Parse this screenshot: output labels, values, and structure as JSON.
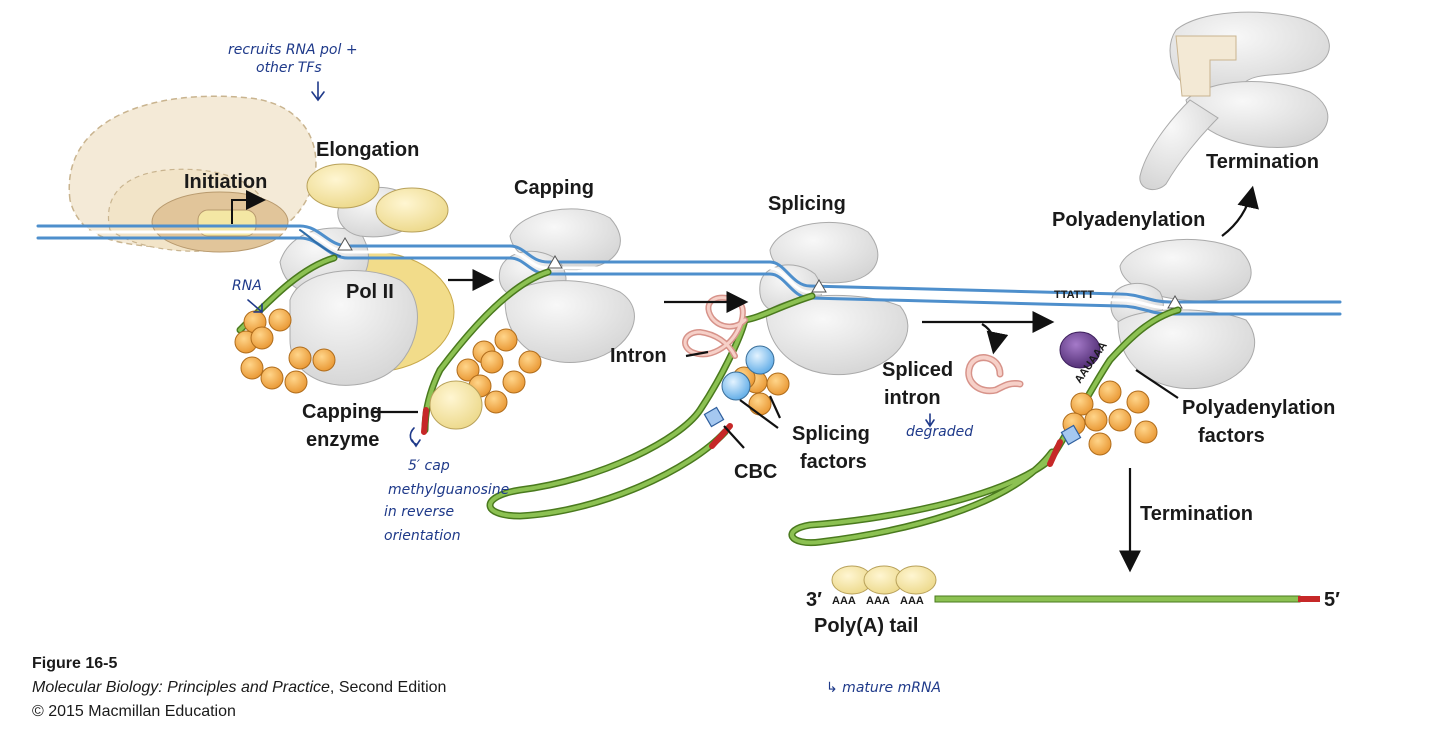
{
  "labels": {
    "elongation": "Elongation",
    "initiation": "Initiation",
    "capping": "Capping",
    "splicing": "Splicing",
    "polyadenylation": "Polyadenylation",
    "termination_top": "Termination",
    "termination_mid": "Termination",
    "pol2": "Pol II",
    "capping_enzyme_1": "Capping",
    "capping_enzyme_2": "enzyme",
    "intron": "Intron",
    "splicing_factors_1": "Splicing",
    "splicing_factors_2": "factors",
    "cbc": "CBC",
    "spliced_intron_1": "Spliced",
    "spliced_intron_2": "intron",
    "polya_factors_1": "Polyadenylation",
    "polya_factors_2": "factors",
    "ttattt": "TTATTT",
    "aauaaa": "AAUAAA",
    "three_prime": "3′",
    "five_prime": "5′",
    "aaa_1": "AAA",
    "aaa_2": "AAA",
    "aaa_3": "AAA",
    "polya_tail": "Poly(A) tail"
  },
  "handwritten": {
    "recruits_1": "recruits RNA pol +",
    "recruits_2": "other TFs",
    "rna": "RNA",
    "cap_1": "5′ cap",
    "cap_2": "methylguanosine",
    "cap_3": "in reverse",
    "cap_4": "orientation",
    "degraded": "degraded",
    "mature": "↳ mature mRNA"
  },
  "caption": {
    "figure": "Figure 16-5",
    "book": "Molecular Biology: Principles and Practice",
    "edition": ", Second Edition",
    "copyright": "© 2015 Macmillan Education"
  },
  "colors": {
    "dna_blue": "#5b9fd6",
    "rna_green": "#7cb342",
    "cap_red": "#d32f2f",
    "bead_orange": "#f5a742",
    "polymerase_gray": "#e6e6e6",
    "factor_yellow": "#f7e7a6",
    "purple_factor": "#6a3d8f",
    "handwriting_blue": "#1f3a8a"
  }
}
